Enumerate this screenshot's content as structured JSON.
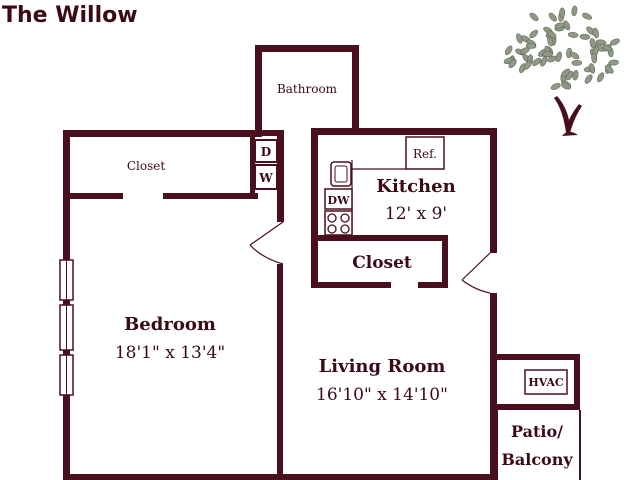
{
  "title": "The Willow",
  "rooms": {
    "bathroom": "Bathroom",
    "closet_top": "Closet",
    "washer_d": "D",
    "washer_w": "W",
    "refrigerator": "Ref.",
    "kitchen": "Kitchen",
    "kitchen_size": "12' x 9'",
    "dishwasher": "DW",
    "closet_hall": "Closet",
    "bedroom": "Bedroom",
    "bedroom_size": "18'1\" x 13'4\"",
    "living": "Living Room",
    "living_size": "16'10\" x 14'10\"",
    "hvac": "HVAC",
    "patio_line1": "Patio/",
    "patio_line2": "Balcony"
  },
  "colors": {
    "wall": "#4a0f1c",
    "text": "#3b0a14",
    "foliage": "#8f9a86"
  },
  "icons": [
    "willow-tree-icon",
    "stove-icon",
    "door-swing-icon"
  ]
}
